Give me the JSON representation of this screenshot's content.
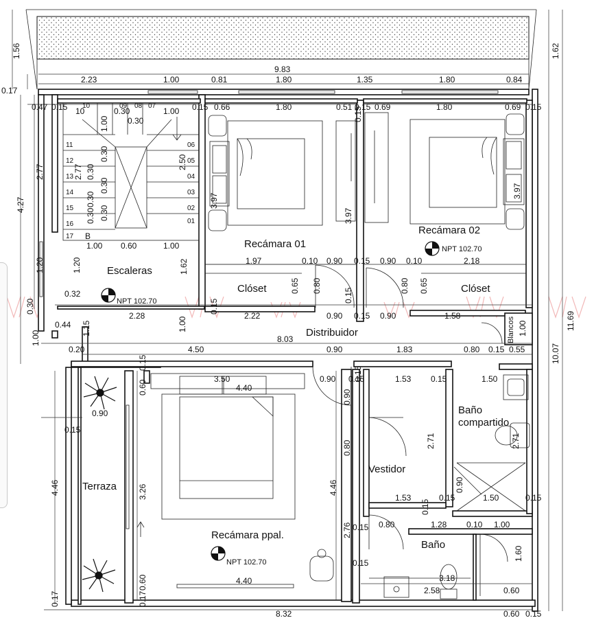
{
  "rooms": {
    "recamara01": "Recámara 01",
    "recamara02": "Recámara 02",
    "closet1": "Clóset",
    "closet2": "Clóset",
    "escaleras": "Escaleras",
    "distribuidor": "Distribuidor",
    "blancos": "Blancos",
    "bano_compartido_1": "Baño",
    "bano_compartido_2": "compartido",
    "vestidor": "Vestidor",
    "terraza": "Terraza",
    "recamara_ppal": "Recámara ppal.",
    "bano": "Baño"
  },
  "npt": {
    "recamara02": "NPT 102.70",
    "escaleras": "NPT 102.70",
    "recamara_ppal": "NPT 102.70"
  },
  "stair_marker": "B",
  "stair_steps": [
    "10",
    "09",
    "08",
    "07",
    "11",
    "12",
    "13",
    "14",
    "15",
    "16",
    "17",
    "06",
    "05",
    "04",
    "03",
    "02",
    "01"
  ],
  "dims": {
    "top_156": "1.56",
    "top_162": "1.62",
    "top_983": "9.83",
    "top_223": "2.23",
    "top_100": "1.00",
    "top_081": "0.81",
    "top_180a": "1.80",
    "top_135": "1.35",
    "top_180b": "1.80",
    "top_084": "0.84",
    "left_017": "0.17",
    "r1_047": "0.47",
    "r1_015a": "0.15",
    "r1_010": "10",
    "r1_030a": "0.30",
    "r1_100b": "1.00",
    "r1_015b": "0.15",
    "r1_066": "0.66",
    "r1_180": "1.80",
    "r1_051": "0.51",
    "r1_015c": "0.15",
    "r1_069a": "0.69",
    "r1_180c": "1.80",
    "r1_069b": "0.69",
    "r1_015d": "0.15",
    "st_030b": "0.30",
    "st_100": "1.00",
    "st_277": "2.77",
    "st_250": "2.50",
    "st_030c": "0.30",
    "st_030d": "0.30",
    "st_030e": "0.30",
    "st_030f": "0.30",
    "st_030g": "0.30",
    "st_030h": "0.30",
    "left_277": "2.77",
    "left_427": "4.27",
    "left_120a": "1.20",
    "left_120b": "1.20",
    "r1_397a": "3.97",
    "r1_397b": "3.97",
    "r2_397": "3.97",
    "r2_015": "0.15",
    "row_100": "1.00",
    "row_060": "0.60",
    "row_100b": "1.00",
    "stair_162": "1.62",
    "cl_197": "1.97",
    "cl_010a": "0.10",
    "cl_090a": "0.90",
    "cl_015a": "0.15",
    "cl_090b": "0.90",
    "cl_010b": "0.10",
    "cl_218": "2.18",
    "cl_065a": "0.65",
    "cl_080a": "0.80",
    "cl_015b": "0.15",
    "cl_080b": "0.80",
    "cl_065b": "0.65",
    "es_032": "0.32",
    "es_030": "0.30",
    "es_044": "0.44",
    "es_228": "2.28",
    "es_015": "0.15",
    "es_222": "2.22",
    "es_090a": "0.90",
    "es_015b": "0.15",
    "es_090b": "0.90",
    "es_158": "1.58",
    "d_115": "1.15",
    "d_100a": "1.00",
    "d_100b": "1.00",
    "d_100c": "1.00",
    "d_803": "8.03",
    "d_020": "0.20",
    "d_450": "4.50",
    "d_090": "0.90",
    "d_183": "1.83",
    "d_080": "0.80",
    "d_015": "0.15",
    "d_055": "0.55",
    "right_1169": "11.69",
    "right_1007": "10.07",
    "m_015a": "0.15",
    "m_060": "0.60",
    "m_350": "3.50",
    "m_440a": "4.40",
    "m_090a": "0.90",
    "m_015b": "0.15",
    "m_153a": "1.53",
    "m_015c": "0.15",
    "m_150a": "1.50",
    "m_090b": "0.90",
    "m_015d": "0.15",
    "t_090": "0.90",
    "t_015": "0.15",
    "t_446": "4.46",
    "t_326": "3.26",
    "m_080": "0.80",
    "m_271a": "2.71",
    "m_271b": "2.71",
    "m_446": "4.46",
    "m_090c": "0.90",
    "m_153b": "1.53",
    "m_015e": "0.15",
    "m_150b": "1.50",
    "m_015f": "0.15",
    "m_015g": "0.15",
    "m_276": "2.76",
    "b_015a": "0.15",
    "b_080": "0.80",
    "b_128": "1.28",
    "b_010": "0.10",
    "b_100": "1.00",
    "b_160": "1.60",
    "b_015b": "0.15",
    "b_318": "3.18",
    "b_258": "2.58",
    "b_060": "0.60",
    "bot_017a": "0.17",
    "bot_060a": "0.60",
    "bot_017b": "0.17",
    "bot_440": "4.40",
    "bot_832": "8.32",
    "bot_060b": "0.60",
    "bot_015": "0.15"
  }
}
